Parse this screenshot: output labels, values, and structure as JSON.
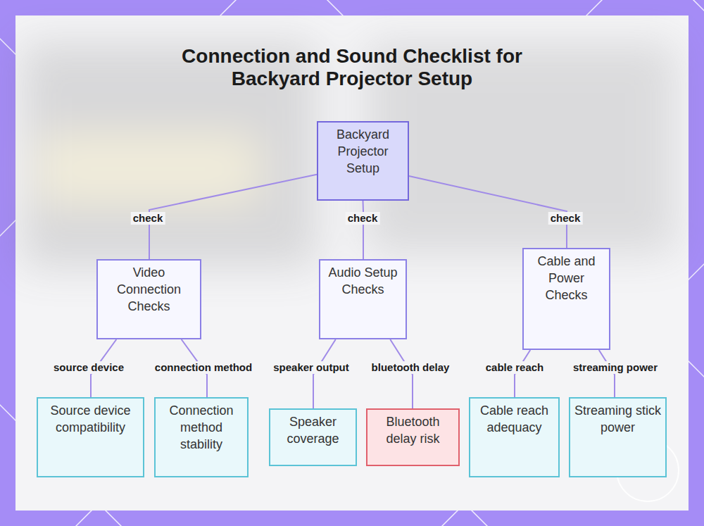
{
  "diagram": {
    "title": "Connection and Sound Checklist for Backyard Projector Setup",
    "nodes": [
      {
        "text": [
          "Backyard Projector Setup"
        ]
      },
      {
        "text": [
          "Video Connection Checks"
        ]
      },
      {
        "text": [
          "Audio Setup Checks"
        ]
      },
      {
        "text": [
          "Cable and Power Checks"
        ]
      },
      {
        "text": [
          "Source device compatibility"
        ]
      },
      {
        "text": [
          "Connection method stability"
        ]
      },
      {
        "text": [
          "Speaker coverage"
        ]
      },
      {
        "text": [
          "Bluetooth delay risk"
        ]
      },
      {
        "text": [
          "Cable reach adequacy"
        ]
      },
      {
        "text": [
          "Streaming stick power"
        ]
      }
    ],
    "edges": [
      {
        "from": 0,
        "to": 1,
        "label": "check",
        "arrow": "none"
      },
      {
        "from": 0,
        "to": 2,
        "label": "check",
        "arrow": "none"
      },
      {
        "from": 0,
        "to": 3,
        "label": "check",
        "arrow": "none"
      },
      {
        "from": 1,
        "to": 4,
        "label": "source device",
        "arrow": "none"
      },
      {
        "from": 1,
        "to": 5,
        "label": "connection method",
        "arrow": "none"
      },
      {
        "from": 2,
        "to": 6,
        "label": "speaker output",
        "arrow": "none"
      },
      {
        "from": 2,
        "to": 7,
        "label": "bluetooth delay",
        "arrow": "none"
      },
      {
        "from": 3,
        "to": 8,
        "label": "cable reach",
        "arrow": "none"
      },
      {
        "from": 3,
        "to": 9,
        "label": "streaming power",
        "arrow": "none"
      }
    ]
  }
}
